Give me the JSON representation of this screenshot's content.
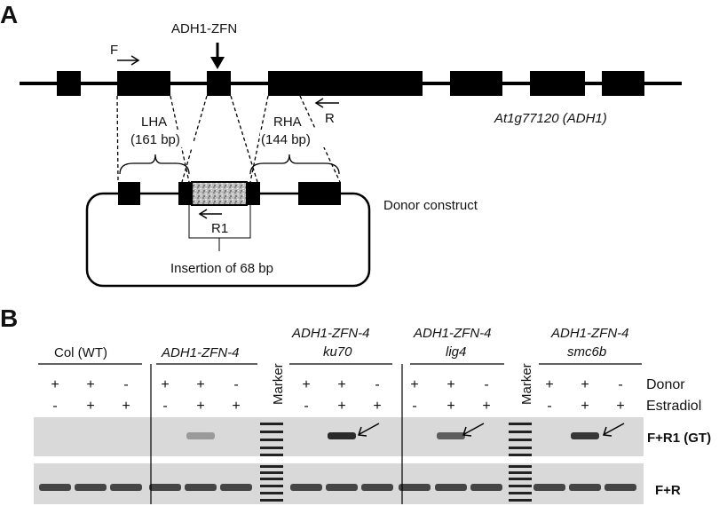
{
  "panel_a": {
    "letter": "A",
    "zfn_label": "ADH1-ZFN",
    "primer_f": "F",
    "primer_r": "R",
    "primer_r1": "R1",
    "lha_label": "LHA",
    "lha_size": "(161 bp)",
    "rha_label": "RHA",
    "rha_size": "(144 bp)",
    "gene_label": "At1g77120 (ADH1)",
    "donor_label": "Donor construct",
    "insertion_label": "Insertion of 68 bp"
  },
  "panel_b": {
    "letter": "B",
    "groups": [
      {
        "line1": "Col (WT)",
        "line2": ""
      },
      {
        "line1": "ADH1-ZFN-4",
        "line2": ""
      },
      {
        "line1": "ADH1-ZFN-4",
        "line2": "ku70"
      },
      {
        "line1": "ADH1-ZFN-4",
        "line2": "lig4"
      },
      {
        "line1": "ADH1-ZFN-4",
        "line2": "smc6b"
      }
    ],
    "marker_label": "Marker",
    "donor_row": [
      "+",
      "+",
      "-"
    ],
    "estradiol_row": [
      "-",
      "+",
      "+"
    ],
    "donor_label": "Donor",
    "estradiol_label": "Estradiol",
    "gel1_label": "F+R1 (GT)",
    "gel2_label": "F+R",
    "gt_band_level": [
      0,
      0,
      0,
      0,
      0.15,
      0,
      0,
      1,
      0,
      0,
      0.6,
      0,
      0,
      0.9,
      0
    ]
  },
  "colors": {
    "ink": "#000000",
    "gel_bg": "#d9d9d9",
    "band": "#2a2a2a"
  }
}
